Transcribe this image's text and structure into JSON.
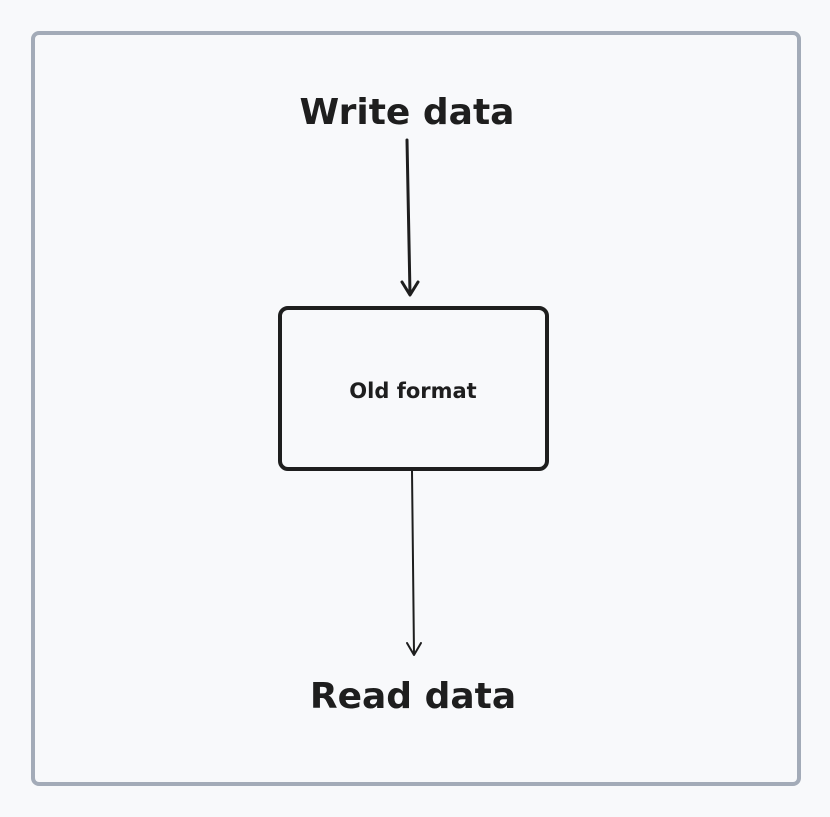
{
  "diagram": {
    "write_label": "Write data",
    "node_label": "Old format",
    "read_label": "Read data"
  },
  "colors": {
    "background": "#f8f9fb",
    "frame_border": "#a3abb8",
    "ink": "#1e1e1e"
  }
}
